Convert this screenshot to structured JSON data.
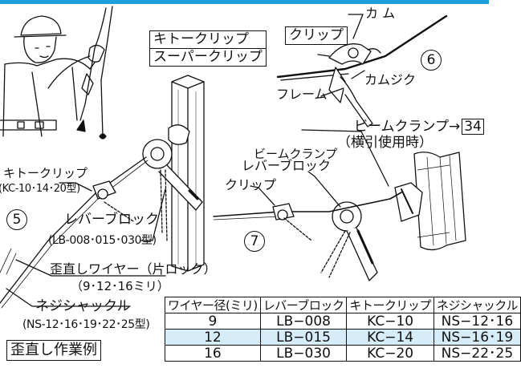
{
  "header_color": "#1ea0dc",
  "band_color": "#d6ecf9",
  "labels": {
    "kitoh_box_1": "キトークリップ",
    "kitoh_box_2": "スーパークリップ",
    "clip_box": "クリップ",
    "kamu": "カ ム",
    "kamujiku": "カムジク",
    "frame": "フレーム",
    "num6": "6",
    "beam_clamp_ref": "ビームクランプ→",
    "beam_clamp_page": "34",
    "beam_clamp_note": "（横引使用時）",
    "beam_clamp": "ビームクランプ",
    "lever_block_r": "レバーブロック",
    "clip_r": "クリップ",
    "num7": "7",
    "kitoh_clip_l": "キトークリップ",
    "kitoh_clip_l_models": "(KC-10･14･20型)",
    "num5": "5",
    "lever_block_l": "レバーブロック",
    "lever_block_l_models": "(LB-008･015･030型)",
    "wire_label": "歪直しワイヤー（片ロック）",
    "wire_sizes": "（9･12･16ミリ）",
    "shackle": "ネジシャックル",
    "shackle_models": "(NS-12･16･19･22･25型)",
    "example_box": "歪直し作業例"
  },
  "table": {
    "headers": [
      "ワイヤー径(ミリ)",
      "レバーブロック",
      "キトークリップ",
      "ネジシャックル"
    ],
    "rows": [
      [
        "9",
        "LB−008",
        "KC−10",
        "NS−12･16"
      ],
      [
        "12",
        "LB−015",
        "KC−14",
        "NS−16･19"
      ],
      [
        "16",
        "LB−030",
        "KC−20",
        "NS−22･25"
      ]
    ]
  }
}
